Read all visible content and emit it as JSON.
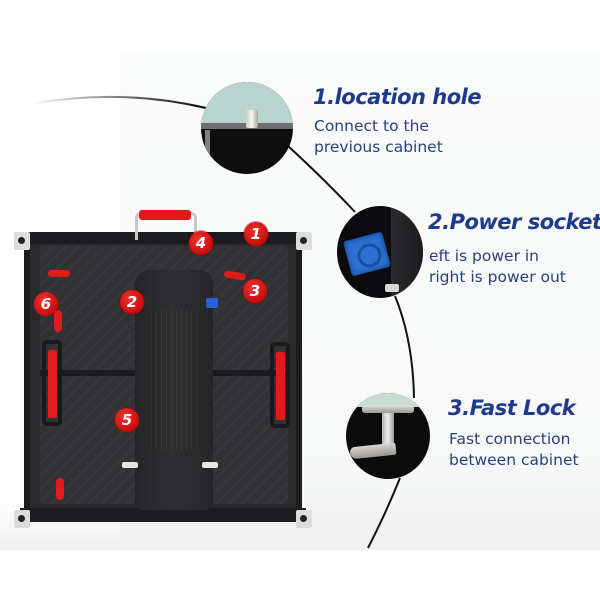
{
  "colors": {
    "title_blue": "#1f3a8a",
    "desc_blue": "#2b3f7a",
    "badge_red": "#d81414",
    "handle_red": "#e21a1a",
    "power_socket_blue": "#2c6fd0",
    "cabinet_dark": "#2a2a2c",
    "background": "#ffffff"
  },
  "features": [
    {
      "number": "1",
      "title": "1.location hole",
      "description_lines": [
        "Connect to the",
        "previous cabinet"
      ],
      "icon": "location-hole-closeup"
    },
    {
      "number": "2",
      "title": "2.Power socket",
      "description_lines": [
        "eft is power in",
        "right is power out"
      ],
      "icon": "power-socket-closeup"
    },
    {
      "number": "3",
      "title": "3.Fast Lock",
      "description_lines": [
        "Fast connection",
        "between cabinet"
      ],
      "icon": "fast-lock-closeup"
    }
  ],
  "cabinet": {
    "name": "LED display cabinet rear view",
    "badges": [
      {
        "label": "1",
        "part": "location hole"
      },
      {
        "label": "2",
        "part": ""
      },
      {
        "label": "3",
        "part": "fast lock"
      },
      {
        "label": "4",
        "part": ""
      },
      {
        "label": "5",
        "part": ""
      },
      {
        "label": "6",
        "part": ""
      }
    ]
  }
}
